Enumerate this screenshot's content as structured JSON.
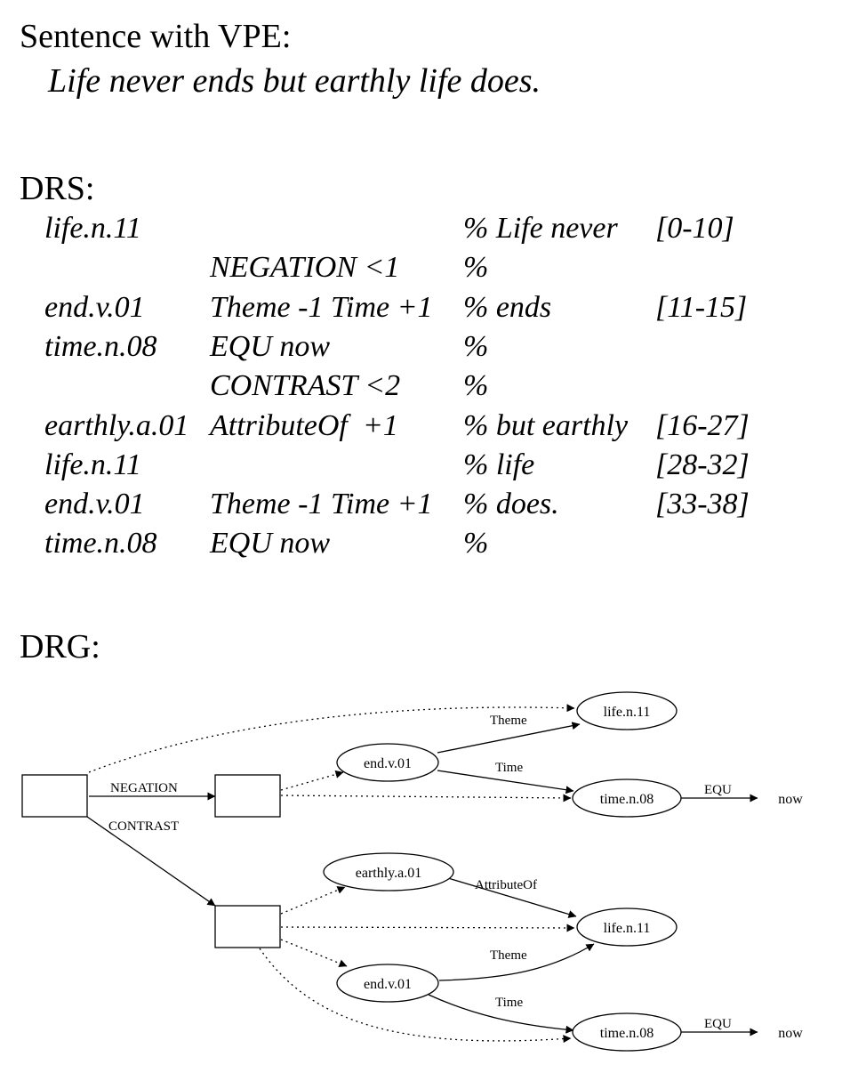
{
  "vpe": {
    "heading": "Sentence with VPE:",
    "sentence": "Life never ends but earthly life does."
  },
  "drs": {
    "heading": "DRS:",
    "rows": [
      {
        "concept": "life.n.11",
        "relation": "",
        "comment": "% Life never",
        "span": "[0-10]"
      },
      {
        "concept": "",
        "relation": "NEGATION <1",
        "comment": "%",
        "span": ""
      },
      {
        "concept": "end.v.01",
        "relation": "Theme -1 Time +1",
        "comment": "% ends",
        "span": "[11-15]"
      },
      {
        "concept": "time.n.08",
        "relation": "EQU now",
        "comment": "%",
        "span": ""
      },
      {
        "concept": "",
        "relation": "CONTRAST <2",
        "comment": "%",
        "span": ""
      },
      {
        "concept": "earthly.a.01",
        "relation": "AttributeOf  +1",
        "comment": "% but earthly",
        "span": "[16-27]"
      },
      {
        "concept": "life.n.11",
        "relation": "",
        "comment": "% life",
        "span": "[28-32]"
      },
      {
        "concept": "end.v.01",
        "relation": "Theme -1 Time +1",
        "comment": "% does.",
        "span": "[33-38]"
      },
      {
        "concept": "time.n.08",
        "relation": "EQU now",
        "comment": "%",
        "span": ""
      }
    ]
  },
  "drg": {
    "heading": "DRG:",
    "nodes": {
      "life1": "life.n.11",
      "end1": "end.v.01",
      "time1": "time.n.08",
      "now1": "now",
      "earthly": "earthly.a.01",
      "life2": "life.n.11",
      "end2": "end.v.01",
      "time2": "time.n.08",
      "now2": "now"
    },
    "edges": {
      "negation": "NEGATION",
      "contrast": "CONTRAST",
      "theme1": "Theme",
      "time1": "Time",
      "equ1": "EQU",
      "attributeof": "AttributeOf",
      "theme2": "Theme",
      "time2": "Time",
      "equ2": "EQU"
    }
  }
}
